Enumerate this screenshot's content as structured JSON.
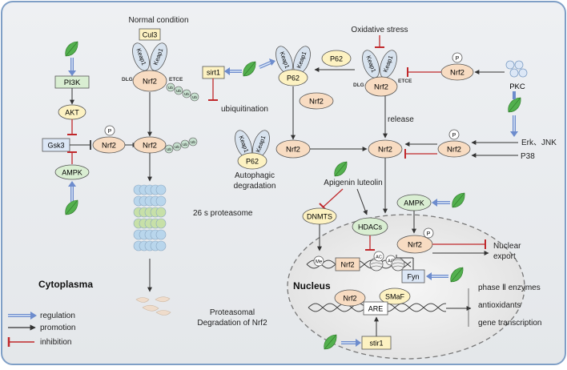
{
  "labels": {
    "normal_condition": "Normal condition",
    "oxidative_stress": "Oxidative stress",
    "ubiquitination": "ubiquitination",
    "release": "release",
    "autophagic_line1": "Autophagic",
    "autophagic_line2": "degradation",
    "proteasome_26s": "26 s proteasome",
    "proteasomal_line1": "Proteasomal",
    "proteasomal_line2": "Degradation of Nrf2",
    "apigenin": "Apigenin luteolin",
    "cytoplasma": "Cytoplasma",
    "nucleus": "Nucleus",
    "nuclear_line1": "Nuclear",
    "nuclear_line2": "export",
    "phase2": "phase Ⅱ enzymes",
    "antioxidants": "antioxidants",
    "gene_transcription": "gene transcription",
    "erk_jnk": "Erk、JNK",
    "p38": "P38",
    "dlg": "DLG",
    "etce": "ETCE",
    "ub": "Ub",
    "ac": "AC",
    "me": "Me",
    "p": "P"
  },
  "nodes": {
    "cul3": "Cul3",
    "keap1": "Keap1",
    "nrf2": "Nrf2",
    "pi3k": "PI3K",
    "akt": "AKT",
    "gsk3": "Gsk3",
    "ampk": "AMPK",
    "sirt1": "sirt1",
    "p62": "P62",
    "pkc": "PKC",
    "dnmts": "DNMTS",
    "hdacs": "HDACs",
    "fyn": "Fyn",
    "smaf": "SMaF",
    "are": "ARE",
    "stir1": "stir1"
  },
  "legend": {
    "regulation": "regulation",
    "promotion": "promotion",
    "inhibition": "inhibition"
  },
  "colors": {
    "background": "#e9ecef",
    "border": "#7f9fc6",
    "nrf2_fill": "#f8dcc2",
    "keap1_fill": "#d8e3ef",
    "yellow_fill": "#fdf2c2",
    "green_fill": "#d9eed2",
    "blue_fill": "#dce7f6",
    "inhibition": "#c0282b",
    "regulation": "#6d8ccd",
    "leaf": "#53b04e"
  }
}
